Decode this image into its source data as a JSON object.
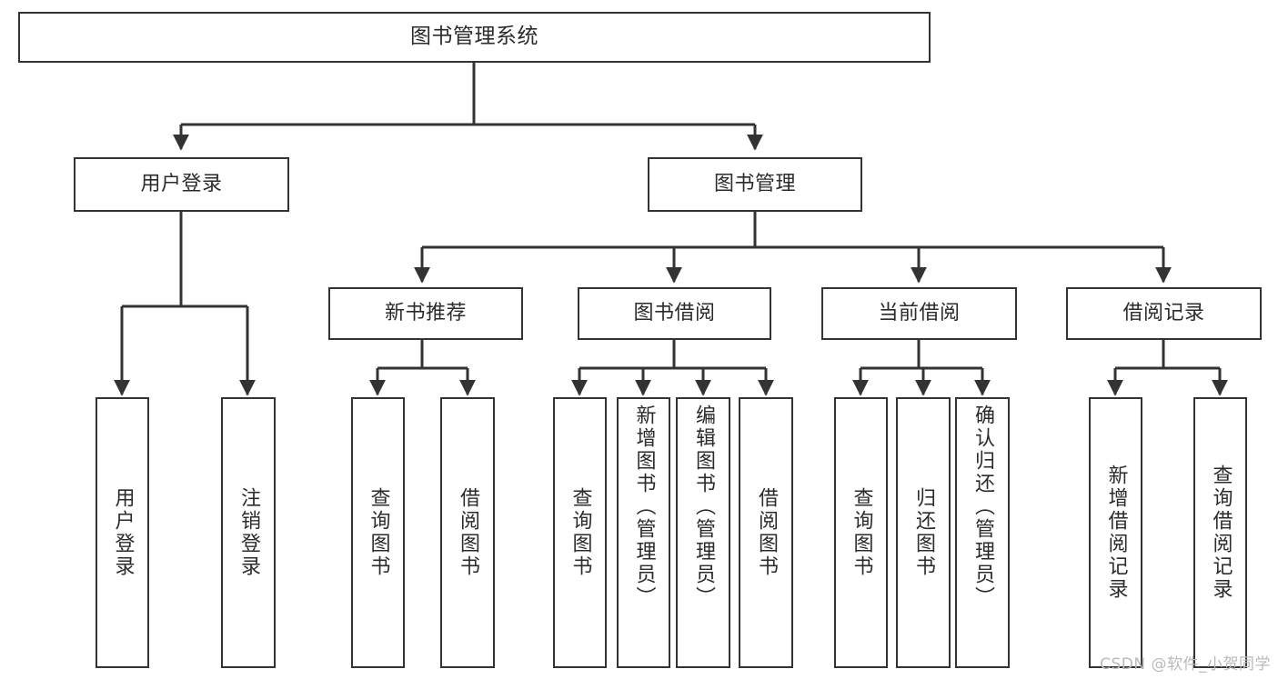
{
  "diagram": {
    "title": "图书管理系统",
    "type": "functional-structure-tree",
    "watermark": "CSDN @软件_小贺同学",
    "colors": {
      "node_border": "#333333",
      "node_fill": "#ffffff",
      "edge": "#333333",
      "text": "#2b2b2b",
      "watermark": "#b9b9b9"
    },
    "levels": {
      "level0": [
        {
          "id": "root",
          "label": "图书管理系统",
          "orientation": "horizontal"
        }
      ],
      "level1": [
        {
          "id": "login",
          "label": "用户登录",
          "orientation": "horizontal"
        },
        {
          "id": "bookmgmt",
          "label": "图书管理",
          "orientation": "horizontal"
        }
      ],
      "level2": [
        {
          "id": "newbook",
          "label": "新书推荐",
          "orientation": "horizontal",
          "parent": "bookmgmt"
        },
        {
          "id": "borrow",
          "label": "图书借阅",
          "orientation": "horizontal",
          "parent": "bookmgmt"
        },
        {
          "id": "current",
          "label": "当前借阅",
          "orientation": "horizontal",
          "parent": "bookmgmt"
        },
        {
          "id": "record",
          "label": "借阅记录",
          "orientation": "horizontal",
          "parent": "bookmgmt"
        }
      ],
      "leaves": [
        {
          "id": "leaf-login-1",
          "label": "用户登录",
          "parent": "login",
          "orientation": "vertical"
        },
        {
          "id": "leaf-login-2",
          "label": "注销登录",
          "parent": "login",
          "orientation": "vertical"
        },
        {
          "id": "leaf-newbook-1",
          "label": "查询图书",
          "parent": "newbook",
          "orientation": "vertical"
        },
        {
          "id": "leaf-newbook-2",
          "label": "借阅图书",
          "parent": "newbook",
          "orientation": "vertical"
        },
        {
          "id": "leaf-borrow-1",
          "label": "查询图书",
          "parent": "borrow",
          "orientation": "vertical"
        },
        {
          "id": "leaf-borrow-2",
          "label": "新增图书（管理员）",
          "parent": "borrow",
          "orientation": "vertical"
        },
        {
          "id": "leaf-borrow-3",
          "label": "编辑图书（管理员）",
          "parent": "borrow",
          "orientation": "vertical"
        },
        {
          "id": "leaf-borrow-4",
          "label": "借阅图书",
          "parent": "borrow",
          "orientation": "vertical"
        },
        {
          "id": "leaf-current-1",
          "label": "查询图书",
          "parent": "current",
          "orientation": "vertical"
        },
        {
          "id": "leaf-current-2",
          "label": "归还图书",
          "parent": "current",
          "orientation": "vertical"
        },
        {
          "id": "leaf-current-3",
          "label": "确认归还（管理员）",
          "parent": "current",
          "orientation": "vertical"
        },
        {
          "id": "leaf-record-1",
          "label": "新增借阅记录",
          "parent": "record",
          "orientation": "vertical"
        },
        {
          "id": "leaf-record-2",
          "label": "查询借阅记录",
          "parent": "record",
          "orientation": "vertical"
        }
      ]
    }
  }
}
